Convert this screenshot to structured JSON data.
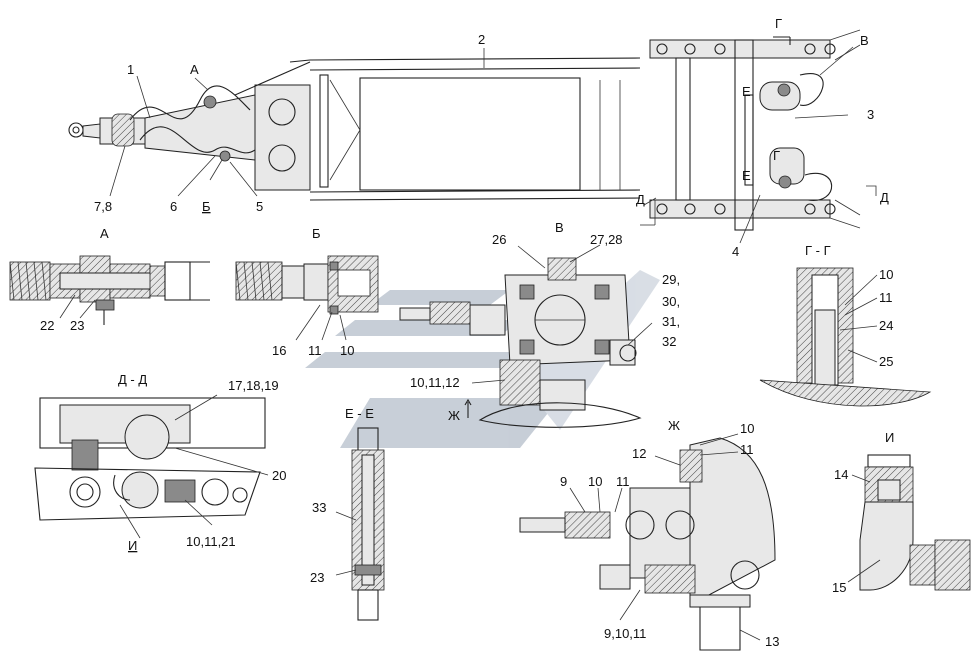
{
  "section_titles": {
    "A": "А",
    "B": "Б",
    "V": "В",
    "G_G": "Г - Г",
    "D_D": "Д - Д",
    "E_E": "Е - Е",
    "Zh": "Ж",
    "I": "И"
  },
  "section_marks": {
    "A": "А",
    "B": "Б",
    "V": "В",
    "G": "Г",
    "D": "Д",
    "E": "Е",
    "Zh": "Ж",
    "I": "И"
  },
  "callouts": {
    "c1": "1",
    "c2": "2",
    "c3": "3",
    "c4": "4",
    "c5": "5",
    "c6": "6",
    "c78": "7,8",
    "a22": "22",
    "a23": "23",
    "b16": "16",
    "b11": "11",
    "b10": "10",
    "v2728": "27,28",
    "v26": "26",
    "v29": "29,",
    "v30": "30,",
    "v31": "31,",
    "v32": "32",
    "v101112": "10,11,12",
    "g10": "10",
    "g11": "11",
    "g24": "24",
    "g25": "25",
    "d171819": "17,18,19",
    "d20": "20",
    "d101121": "10,11,21",
    "e33": "33",
    "e23": "23",
    "zh10": "10",
    "zh11": "11",
    "zh12": "12",
    "zh9": "9",
    "zh10b": "10",
    "zh11b": "11",
    "zh91011": "9,10,11",
    "zh13": "13",
    "i14": "14",
    "i15": "15"
  }
}
